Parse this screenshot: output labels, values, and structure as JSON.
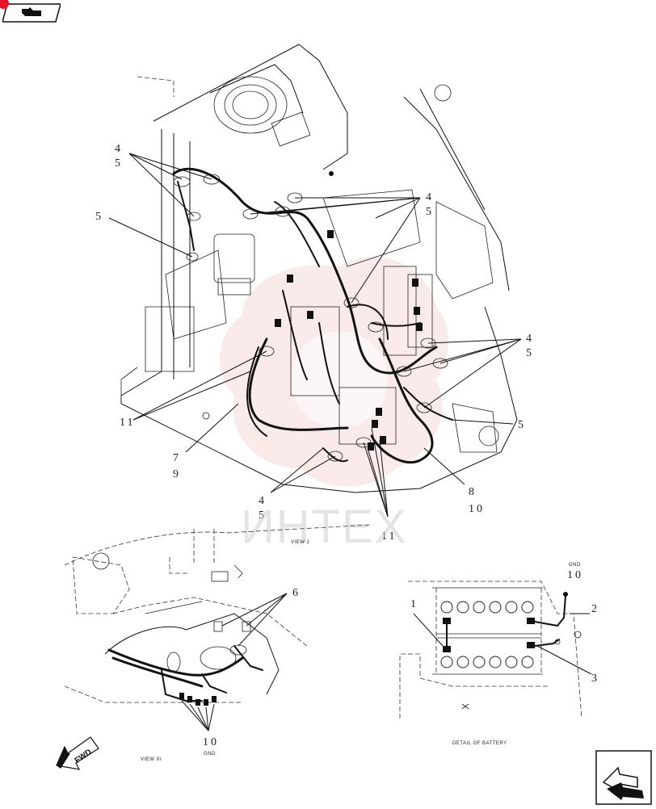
{
  "watermark": "ИНТЕХ",
  "views": {
    "view1": "VIEW 1",
    "view_xi": "VIEW XI",
    "battery": "DETAIL OF BATTERY"
  },
  "callouts": {
    "c45_top_left_a": "4",
    "c45_top_left_b": "5",
    "c5_left": "5",
    "c45_center_a": "4",
    "c45_center_b": "5",
    "c45_right_a": "4",
    "c45_right_b": "5",
    "c5_right": "5",
    "c11_left": "11",
    "c79_a": "7",
    "c79_b": "9",
    "c45_bottom_a": "4",
    "c45_bottom_b": "5",
    "c11_bottom": "11",
    "c8_10_a": "8",
    "c8_10_b": "10",
    "c6": "6",
    "c10_xi": "10",
    "gnd_xi": "GND",
    "c10_bat": "10",
    "gnd_bat": "GND",
    "c1": "1",
    "c2": "2",
    "c3": "3"
  },
  "colors": {
    "badge": "#e4152a",
    "watermark_red": "#f2c6c6"
  },
  "icons": {
    "top_left": "page-icon",
    "bottom_right": "next-page-arrow-icon",
    "fwd": "forward-arrow-icon"
  },
  "labels": {
    "fwd": "FWD"
  }
}
